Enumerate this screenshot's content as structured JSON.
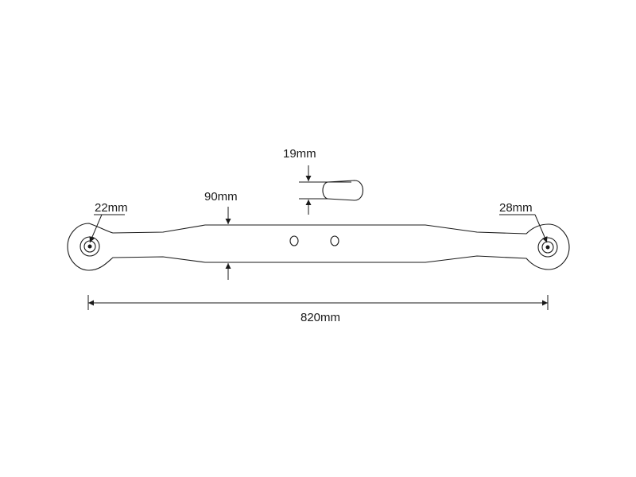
{
  "labels": {
    "left_hole_diameter": "22mm",
    "right_hole_diameter": "28mm",
    "bar_width": "90mm",
    "bar_thickness": "19mm",
    "overall_length": "820mm"
  }
}
